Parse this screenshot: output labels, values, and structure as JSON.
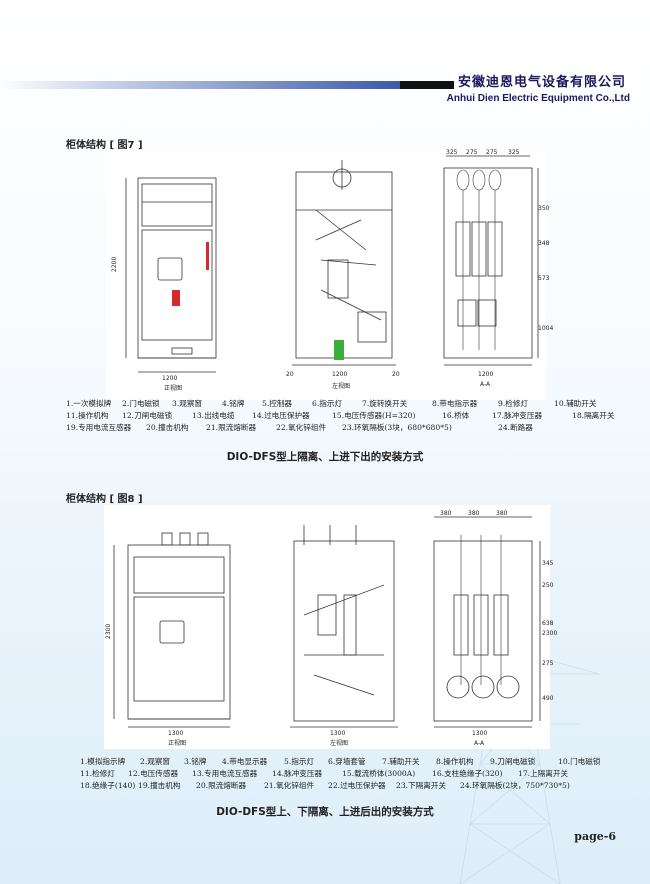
{
  "header": {
    "company_cn": "安徽迪恩电气设备有限公司",
    "company_en": "Anhui Dien Electric Equipment Co.,Ltd"
  },
  "section1": {
    "title": "柜体结构 [ 图7 ]",
    "legend": [
      "1.一次模拟牌",
      "2.门电磁锁",
      "3.观察窗",
      "4.铭牌",
      "5.控制器",
      "6.指示灯",
      "7.旋转换开关",
      "8.带电指示器",
      "9.检修灯",
      "10.辅助开关",
      "11.操作机构",
      "12.刀闸电磁锁",
      "13.出线电缆",
      "14.过电压保护器",
      "15.电压传感器(H=320)",
      "16.桥体",
      "17.脉冲变压器",
      "18.隔离开关",
      "19.专用电流互感器",
      "20.撞击机构",
      "21.限流熔断器",
      "22.氧化锌组件",
      "23.环氧隔板(3块，680*680*5)",
      "24.断路器"
    ],
    "caption": "DIO-DFS型上隔离、上进下出的安装方式",
    "views": {
      "front": "正视图",
      "side": "左视图",
      "section": "A-A",
      "width": "1200",
      "height": "2200",
      "top_dims": [
        "325",
        "275",
        "275",
        "325"
      ],
      "right_dims": [
        "350",
        "348",
        "573",
        "1004"
      ],
      "side_dims": [
        "20",
        "1200",
        "20"
      ]
    }
  },
  "section2": {
    "title": "柜体结构 [ 图8 ]",
    "legend": [
      "1.模拟指示牌",
      "2.观察窗",
      "3.铭牌",
      "4.带电显示器",
      "5.指示灯",
      "6.穿墙套管",
      "7.辅助开关",
      "8.操作机构",
      "9.刀闸电磁锁",
      "10.门电磁锁",
      "11.检修灯",
      "12.电压传感器",
      "13.专用电流互感器",
      "14.脉冲变压器",
      "15.载流桥体(3000A)",
      "16.支柱绝缘子(320)",
      "17.上隔离开关",
      "18.绝缘子(140)",
      "19.撞击机构",
      "20.限流熔断器",
      "21.氧化锌组件",
      "22.过电压保护器",
      "23.下隔离开关",
      "24.环氧隔板(2块，750*730*5)"
    ],
    "caption": "DIO-DFS型上、下隔离、上进后出的安装方式",
    "views": {
      "front": "正视图",
      "side": "左视图",
      "section": "A-A",
      "width": "1300",
      "height": "2300",
      "top_dims": [
        "380",
        "380",
        "380"
      ],
      "right_dims": [
        "345",
        "250",
        "638",
        "275",
        "490"
      ],
      "total": "2300"
    }
  },
  "footer": {
    "page": "page-6"
  },
  "colors": {
    "brand": "#1a1a5e",
    "stripe_blue": "#3b5aa8",
    "stripe_dark": "#111111",
    "green": "#3cae3c",
    "red": "#d62b2b"
  }
}
